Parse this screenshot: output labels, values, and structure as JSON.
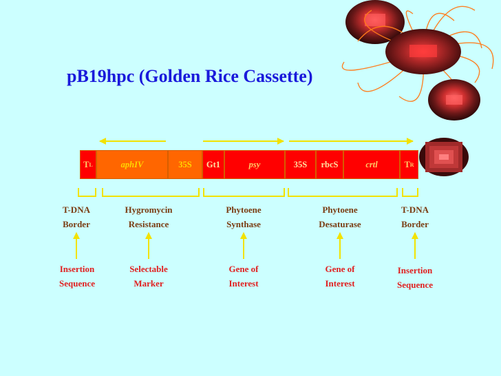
{
  "title": "pB19hpc (Golden Rice Cassette)",
  "colors": {
    "background": "#ccffff",
    "title": "#1a1adb",
    "segment_red": "#ff0000",
    "segment_orange": "#ff6600",
    "segment_text": "#ffd700",
    "arrow": "#f2e200",
    "top_label": "#7a3c12",
    "bottom_label": "#e02020"
  },
  "cassette": {
    "segments": [
      {
        "id": "tl",
        "main": "T",
        "sub": "L",
        "italic": false
      },
      {
        "id": "aphiv",
        "main": "aphIV",
        "italic": true
      },
      {
        "id": "35s_a",
        "main": "35S",
        "italic": false
      },
      {
        "id": "gt1",
        "main": "Gt1",
        "italic": false
      },
      {
        "id": "psy",
        "main": "psy",
        "italic": true
      },
      {
        "id": "35s_b",
        "main": "35S",
        "italic": false
      },
      {
        "id": "rbcs",
        "main": "rbcS",
        "italic": false
      },
      {
        "id": "crtl",
        "main": "crtl",
        "italic": true
      },
      {
        "id": "tr",
        "main": "T",
        "sub": "R",
        "italic": false
      }
    ],
    "orientation_arrows": [
      "left",
      "right",
      "right"
    ]
  },
  "annotations": [
    {
      "label_line1": "T-DNA",
      "label_line2": "Border",
      "role_line1": "Insertion",
      "role_line2": "Sequence"
    },
    {
      "label_line1": "Hygromycin",
      "label_line2": "Resistance",
      "role_line1": "Selectable",
      "role_line2": "Marker"
    },
    {
      "label_line1": "Phytoene",
      "label_line2": "Synthase",
      "role_line1": "Gene of",
      "role_line2": "Interest"
    },
    {
      "label_line1": "Phytoene",
      "label_line2": "Desaturase",
      "role_line1": "Gene of",
      "role_line2": "Interest"
    },
    {
      "label_line1": "T-DNA",
      "label_line2": "Border",
      "role_line1": "Insertion",
      "role_line2": "Sequence"
    }
  ],
  "decorations": [
    "rice-grain-image-1",
    "rice-grain-image-2",
    "rice-grain-image-3",
    "rice-grain-image-4"
  ]
}
